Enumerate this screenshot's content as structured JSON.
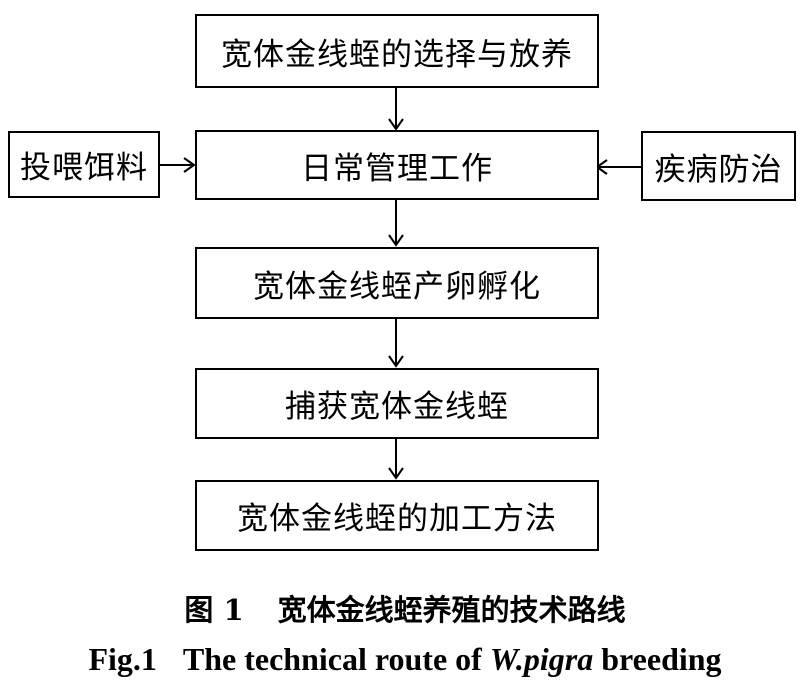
{
  "flow_steps": [
    "宽体金线蛭的选择与放养",
    "日常管理工作",
    "宽体金线蛭产卵孵化",
    "捕获宽体金线蛭",
    "宽体金线蛭的加工方法"
  ],
  "side_inputs": {
    "left": "投喂饵料",
    "right": "疾病防治"
  },
  "caption": {
    "cn_label": "图 1",
    "cn_title": "宽体金线蛭养殖的技术路线",
    "en_label": "Fig.1",
    "en_title_start": "The technical route of ",
    "en_title_species": "W.pigra",
    "en_title_end": " breeding"
  }
}
